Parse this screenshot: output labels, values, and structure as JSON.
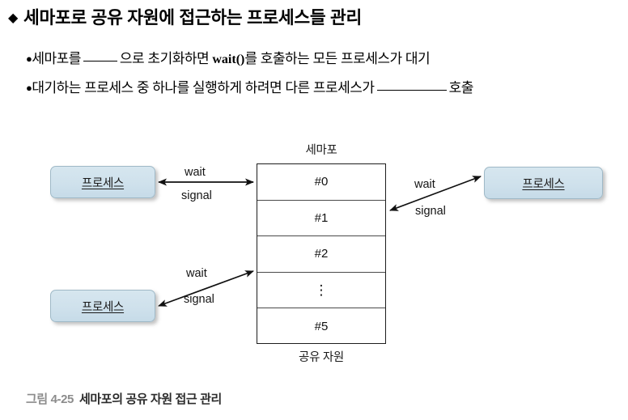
{
  "slide": {
    "headline": {
      "bullet_glyph": "◆",
      "text": "세마포로 공유 자원에 접근하는 프로세스들 관리"
    },
    "bullets": [
      {
        "bullet_glyph": "●",
        "part1": "세마포를",
        "blank": "____",
        "part2": "으로 초기화하면",
        "code": "wait()",
        "part3": "를 호출하는 모든 프로세스가 대기"
      },
      {
        "bullet_glyph": "●",
        "part1": "대기하는 프로세스 중 하나를 실행하게 하려면 다른 프로세스가",
        "blank": "________",
        "part2": "호출"
      }
    ]
  },
  "figure": {
    "top_label": "세마포",
    "bottom_label": "공유 자원",
    "semaphore_rows": [
      {
        "label": "#0"
      },
      {
        "label": "#1"
      },
      {
        "label": "#2"
      },
      {
        "label": "⋮"
      },
      {
        "label": "#5"
      }
    ],
    "processes": [
      {
        "id": "process-top-left",
        "label": "프로세스"
      },
      {
        "id": "process-top-right",
        "label": "프로세스"
      },
      {
        "id": "process-bottom-left",
        "label": "프로세스"
      }
    ],
    "arrows": [
      {
        "id": "arrow-top-left",
        "wait_label": "wait",
        "signal_label": "signal"
      },
      {
        "id": "arrow-top-right",
        "wait_label": "wait",
        "signal_label": "signal"
      },
      {
        "id": "arrow-bottom-left",
        "wait_label": "wait",
        "signal_label": "signal"
      }
    ],
    "colors": {
      "process_fill": "#cfe1ec",
      "process_border": "#9fb9c7",
      "table_border": "#1d1d1d"
    }
  },
  "caption": {
    "number": "그림 4-25",
    "text": "세마포의 공유 자원 접근 관리"
  }
}
